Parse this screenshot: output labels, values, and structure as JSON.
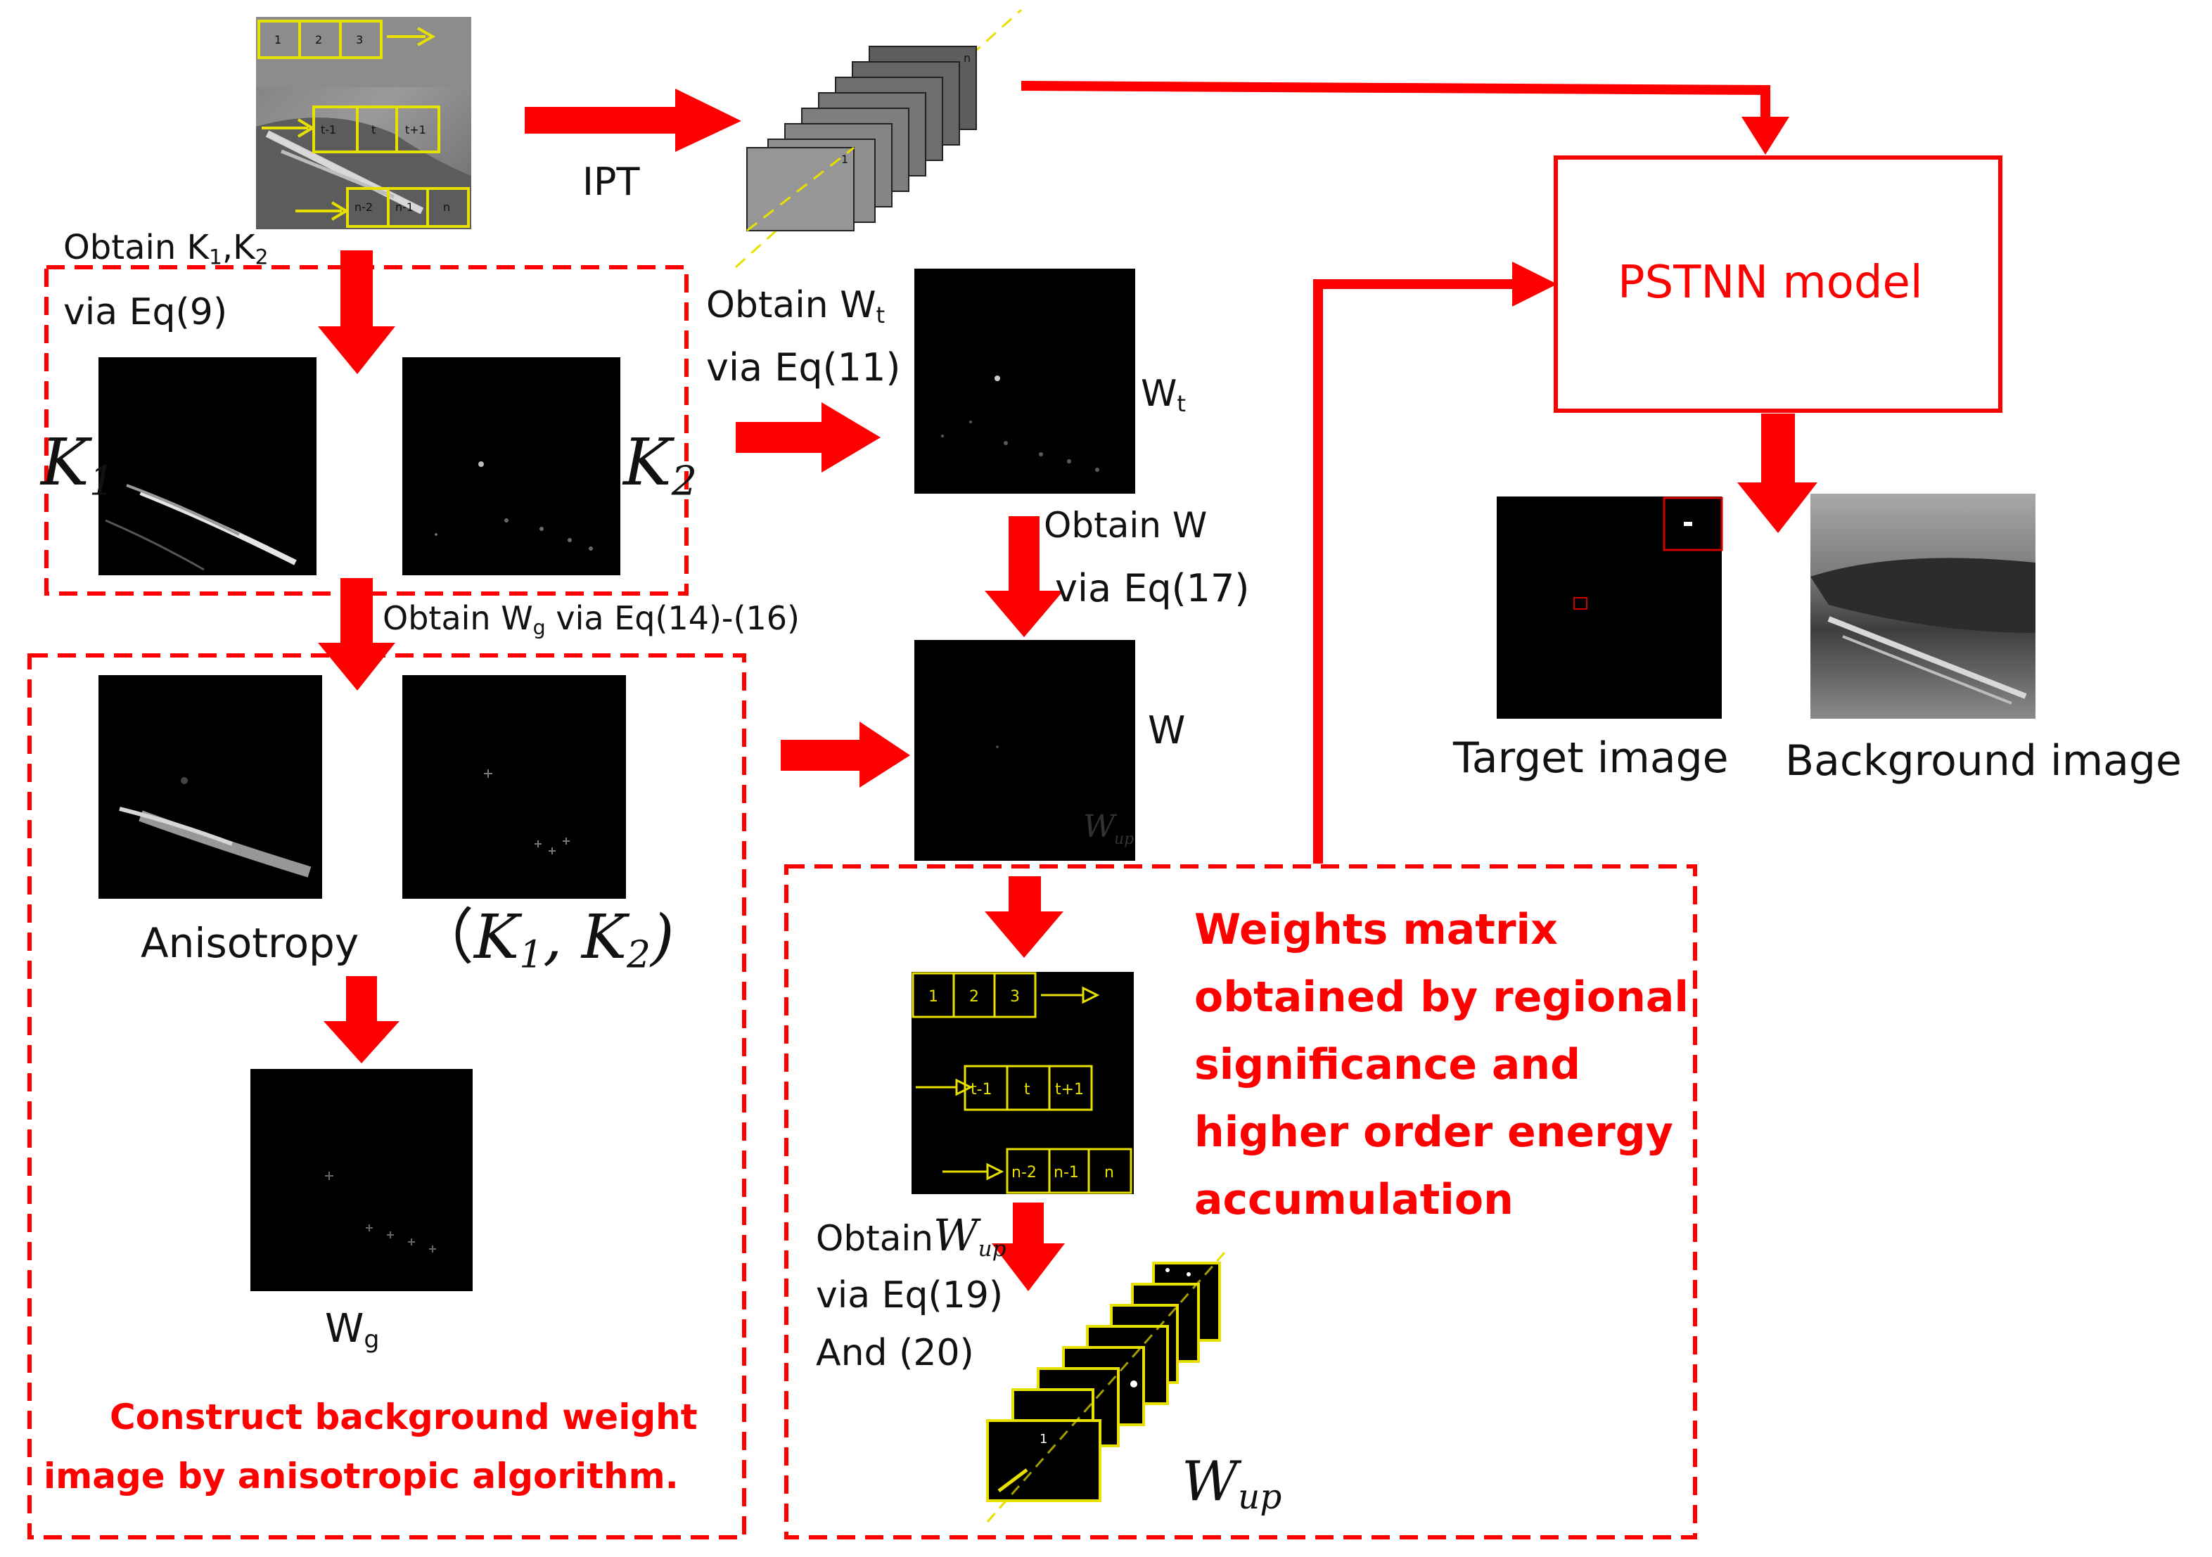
{
  "labels": {
    "ipt": "IPT",
    "obtain_k": "Obtain K",
    "k_sub1": "1",
    "k_comma": ",K",
    "k_sub2": "2",
    "via_eq9": "via Eq(9)",
    "k1_letter": "K",
    "k1_sub": "1",
    "k2_letter": "K",
    "k2_sub": "2",
    "obtain_wt": "Obtain W",
    "wt_sub": "t",
    "via_eq11": "via Eq(11)",
    "wt_label": "W",
    "wt_label_sub": "t",
    "obtain_wg": "Obtain W",
    "wg_sub": "g",
    "wg_via": " via Eq(14)-(16)",
    "obtain_w": "Obtain W",
    "via_eq17": "via Eq(17)",
    "w_label": "W",
    "anisotropy": "Anisotropy",
    "aniso_open": "（",
    "aniso_k1": "K",
    "aniso_k1_sub": "1",
    "aniso_comma": ", ",
    "aniso_k2": "K",
    "aniso_k2_sub": "2",
    "aniso_close": ")",
    "wg_label": "W",
    "wg_label_sub": "g",
    "construct_line1": "Construct  background  weight",
    "construct_line2": "image by anisotropic  algorithm.",
    "weights_line1": "Weights matrix",
    "weights_line2": "obtained by regional",
    "weights_line3": "significance and",
    "weights_line4": "higher order energy",
    "weights_line5": "accumulation",
    "obtain_wup": "Obtain",
    "wup_symbol": "W",
    "wup_sub": "up",
    "via_eq19": "via Eq(19)",
    "and_20": "And (20)",
    "wup_bottom": "W",
    "wup_bottom_sub": "up",
    "pstnn": "PSTNN model",
    "target_image": "Target image",
    "background_image": "Background image",
    "wup_inside_w": "W",
    "wup_inside_w_sub": "up"
  },
  "grid_labels": {
    "row1": [
      "1",
      "2",
      "3"
    ],
    "row2": [
      "t-1",
      "t",
      "t+1"
    ],
    "row3": [
      "n-2",
      "n-1",
      "n"
    ]
  },
  "stack_labels": {
    "top": "n",
    "bottom": "1"
  },
  "colors": {
    "arrow": "#ff0000",
    "dashed": "#ff0000",
    "grid": "#e8e000",
    "panel": "#000000"
  }
}
